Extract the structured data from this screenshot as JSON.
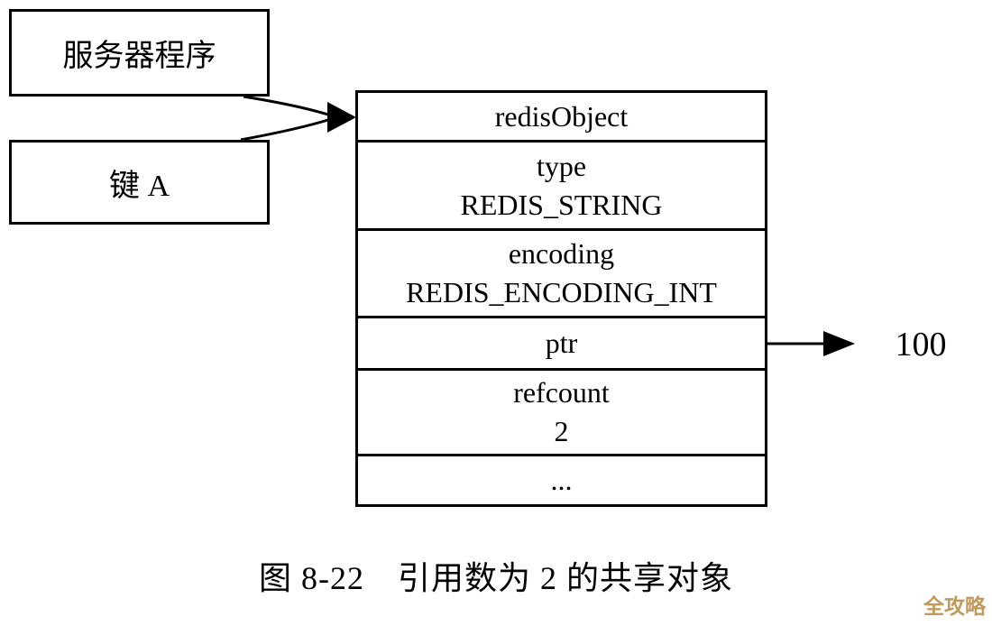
{
  "figure": {
    "left_boxes": [
      {
        "label": "服务器程序"
      },
      {
        "label": "键 A"
      }
    ],
    "redis_object": {
      "rows": [
        [
          "redisObject"
        ],
        [
          "type",
          "REDIS_STRING"
        ],
        [
          "encoding",
          "REDIS_ENCODING_INT"
        ],
        [
          "ptr"
        ],
        [
          "refcount",
          "2"
        ],
        [
          "..."
        ]
      ]
    },
    "ptr_value": "100",
    "caption": "图 8-22　引用数为 2 的共享对象",
    "watermark": "全攻略",
    "colors": {
      "line": "#000000",
      "watermark": "#c19a5b",
      "background": "#ffffff"
    }
  }
}
